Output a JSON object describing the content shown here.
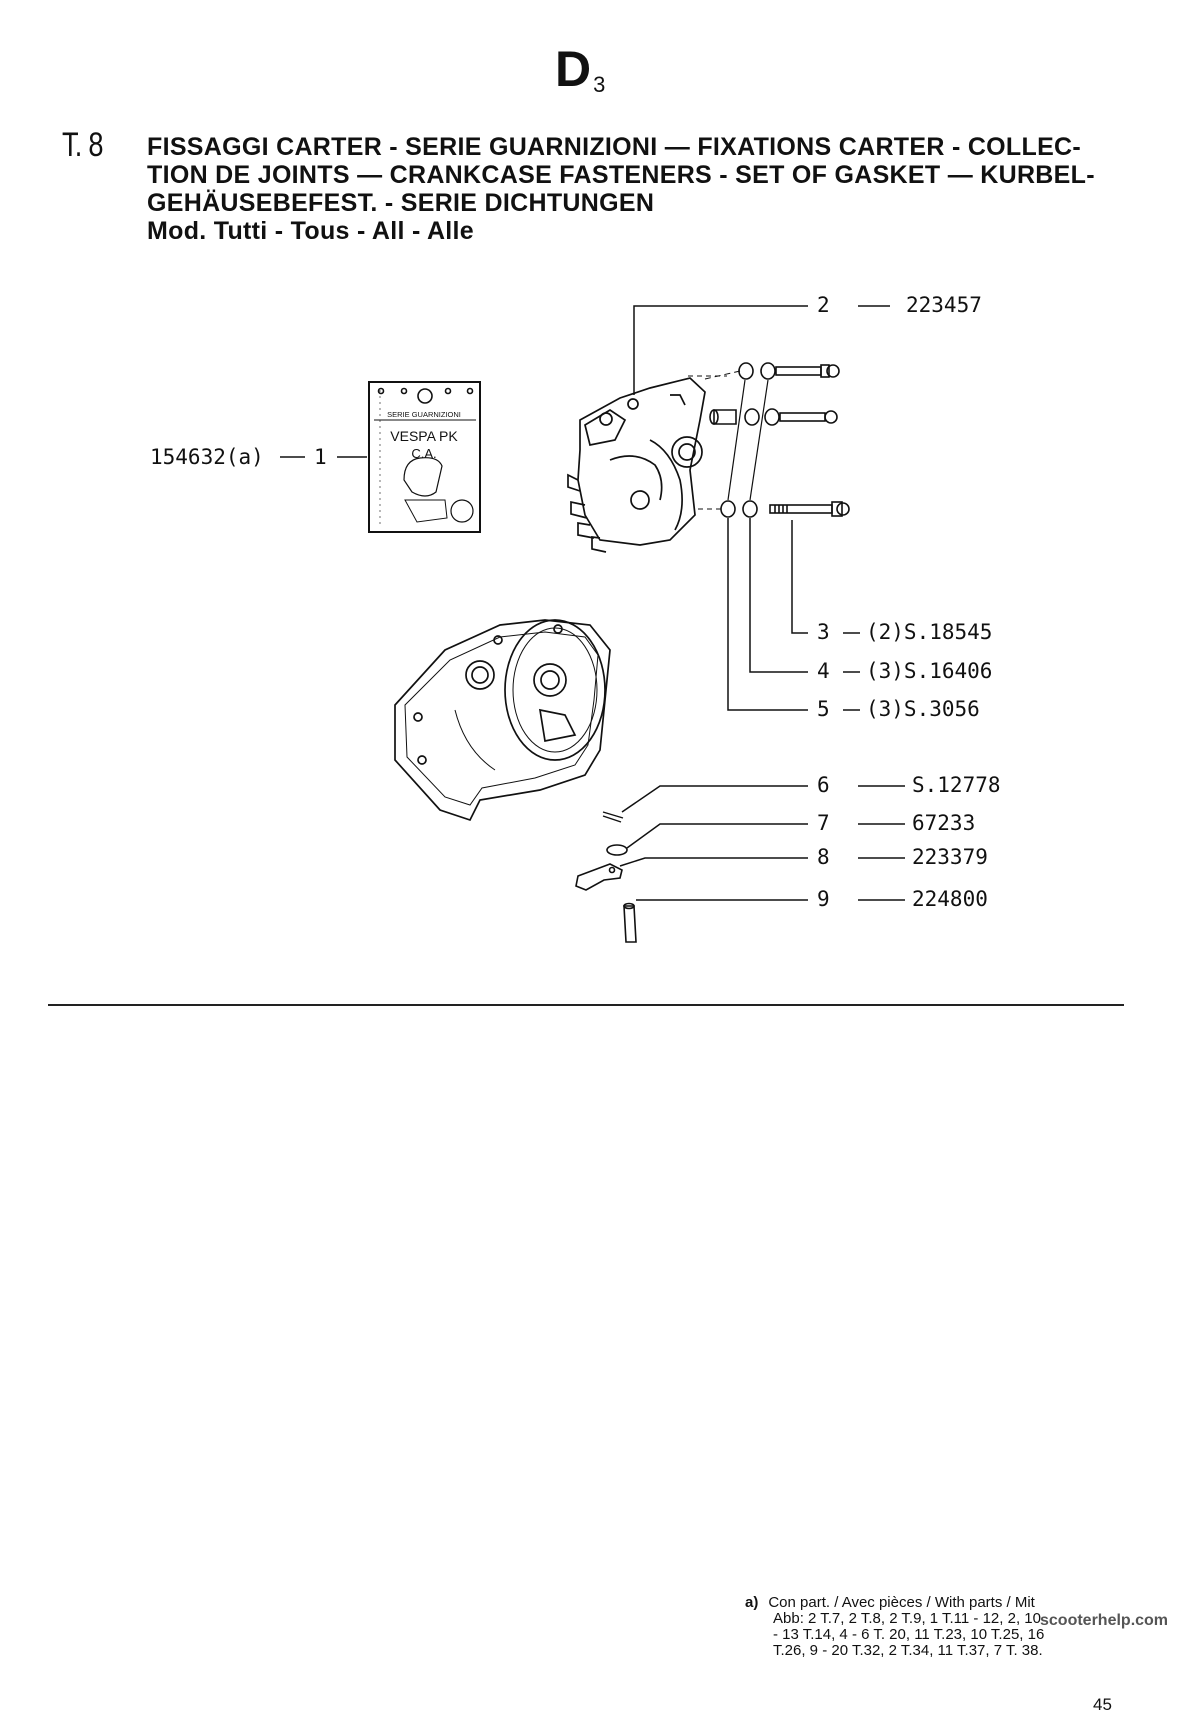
{
  "header": {
    "section_letter": "D",
    "section_sub": "3",
    "table_number": "T. 8"
  },
  "title": {
    "line1": "FISSAGGI CARTER - SERIE GUARNIZIONI — FIXATIONS CARTER - COLLEC-",
    "line2": "TION DE JOINTS — CRANKCASE FASTENERS - SET OF GASKET — KURBEL-",
    "line3": "GEHÄUSEBEFEST. - SERIE DICHTUNGEN",
    "line4": "Mod. Tutti - Tous - All - Alle"
  },
  "gasket_kit": {
    "label1": "SERIE GUARNIZIONI",
    "label2": "VESPA PK",
    "label3": "C.A.",
    "part_code": "154632(a)",
    "ref": "1"
  },
  "parts": [
    {
      "ref": "2",
      "code": "223457"
    },
    {
      "ref": "3",
      "code": "(2)S.18545"
    },
    {
      "ref": "4",
      "code": "(3)S.16406"
    },
    {
      "ref": "5",
      "code": "(3)S.3056"
    },
    {
      "ref": "6",
      "code": "S.12778"
    },
    {
      "ref": "7",
      "code": "67233"
    },
    {
      "ref": "8",
      "code": "223379"
    },
    {
      "ref": "9",
      "code": "224800"
    }
  ],
  "footnote": {
    "marker": "a)",
    "line1": "Con part. / Avec pièces / With parts / Mit",
    "line2": "Abb: 2 T.7, 2 T.8, 2 T.9, 1 T.11 - 12, 2, 10",
    "line3": "- 13 T.14, 4 - 6 T. 20, 11 T.23, 10 T.25, 16",
    "line4": "T.26, 9 - 20 T.32, 2 T.34, 11 T.37, 7 T. 38."
  },
  "watermark": "scooterhelp.com",
  "page_number": "45"
}
